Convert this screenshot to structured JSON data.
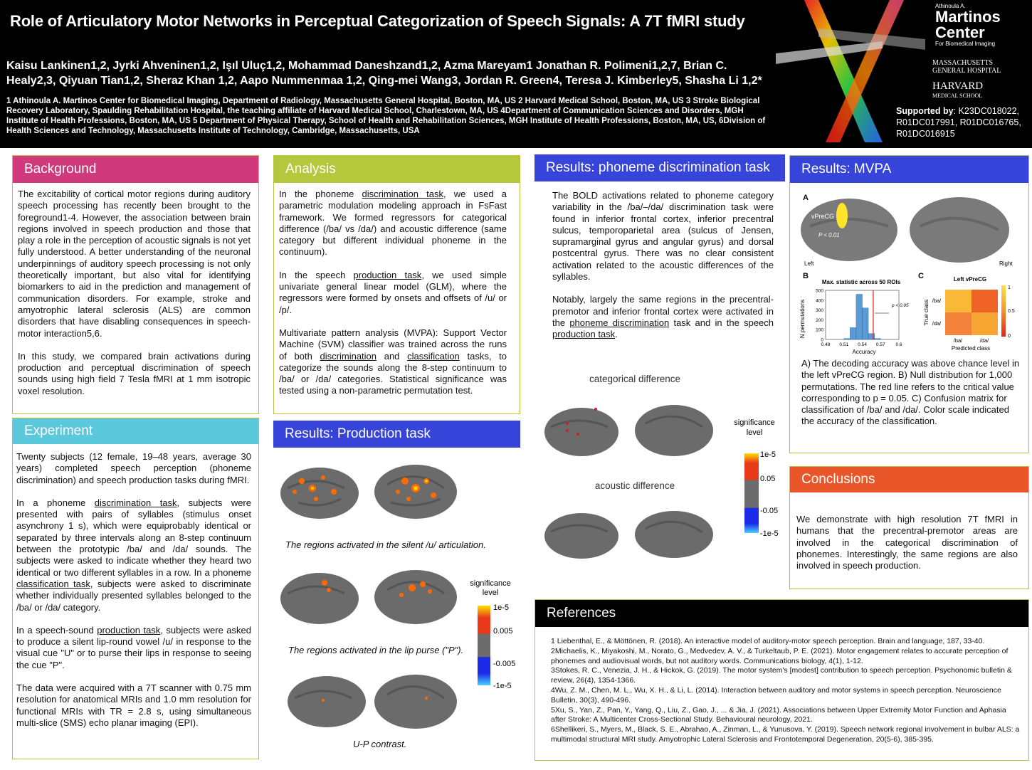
{
  "header": {
    "title": "Role of Articulatory Motor Networks in Perceptual Categorization of Speech Signals: A 7T fMRI study",
    "authors_line1": "Kaisu Lankinen1,2, Jyrki Ahveninen1,2, Işıl Uluç1,2, Mohammad Daneshzand1,2, Azma Mareyam1 Jonathan R. Polimeni1,2,7, Brian C.",
    "authors_line2": "Healy2,3, Qiyuan Tian1,2, Sheraz Khan 1,2, Aapo Nummenmaa 1,2, Qing-mei Wang3, Jordan R. Green4, Teresa J. Kimberley5, Shasha Li 1,2*",
    "affiliations": "1 Athinoula A. Martinos Center for Biomedical Imaging, Department of Radiology, Massachusetts General Hospital, Boston, MA, US   2 Harvard Medical School, Boston, MA, US 3 Stroke Biological Recovery Laboratory, Spaulding Rehabilitation Hospital, the teaching affiliate of Harvard Medical School, Charlestown, MA, US   4Department of Communication Sciences and Disorders, MGH Institute of Health Professions, Boston, MA, US   5 Department of Physical Therapy, School of Health and Rehabilitation Sciences, MGH Institute of Health Professions, Boston, MA, US, 6Division of Health Sciences and Technology, Massachusetts Institute of Technology, Cambridge, Massachusetts, USA",
    "logo_martinos_small": "Athinoula A.",
    "logo_martinos_big1": "Martinos",
    "logo_martinos_big2": "Center",
    "logo_martinos_sub": "For Biomedical Imaging",
    "logo_mgh1": "MASSACHUSETTS",
    "logo_mgh2": "GENERAL HOSPITAL",
    "logo_harvard": "HARVARD",
    "logo_harvard_sub": "MEDICAL SCHOOL",
    "support_label": "Supported by",
    "support_text": ": K23DC018022, R01DC017991, R01DC016765, R01DC016915"
  },
  "background": {
    "heading": "Background",
    "p1": "The excitability of cortical motor regions during auditory speech processing has recently been brought to the foreground1-4. However, the association between brain regions involved in speech production and those that play a role in the perception of acoustic signals is not yet fully understood. A better understanding of the neuronal underpinnings of auditory speech processing is not only theoretically important, but also vital for identifying biomarkers to aid in the prediction and management of communication disorders. For example, stroke and amyotrophic lateral sclerosis (ALS) are common disorders that have disabling consequences in speech-motor interaction5,6.",
    "p2": "In this study, we compared brain activations during production and perceptual discrimination of speech sounds using high field 7 Tesla fMRI at 1 mm isotropic voxel resolution."
  },
  "experiment": {
    "heading": "Experiment",
    "p1": "Twenty subjects (12 female, 19–48 years, average 30 years) completed speech perception (phoneme discrimination) and speech production tasks during fMRI.",
    "p2a": "In a phoneme ",
    "p2u": "discrimination task",
    "p2b": ", subjects were presented with pairs of syllables (stimulus onset asynchrony 1 s), which were equiprobably identical or separated by three intervals along an 8-step continuum between the prototypic /ba/ and /da/ sounds. The subjects were asked to indicate whether they heard two identical or two different syllables in a row. In a phoneme ",
    "p2u2": "classification task",
    "p2c": ", subjects were asked to discriminate whether individually presented syllables belonged to the /ba/ or /da/ category.",
    "p3a": "In a speech-sound ",
    "p3u": "production task",
    "p3b": ", subjects were asked to produce a silent lip-round vowel /u/ in response to the visual cue \"U\" or to purse their lips in response to seeing the cue \"P\".",
    "p4": "The data were acquired with a 7T scanner with 0.75 mm resolution for anatomical MRIs and 1.0 mm resolution for functional MRIs with TR = 2.8 s, using simultaneous multi-slice (SMS) echo planar imaging (EPI)."
  },
  "analysis": {
    "heading": "Analysis",
    "p1a": "In the phoneme ",
    "p1u": "discrimination task",
    "p1b": ", we used a parametric modulation modeling approach in FsFast framework. We formed regressors for categorical difference (/ba/ vs /da/) and acoustic difference (same category but different individual phoneme in the continuum).",
    "p2a": "In the speech ",
    "p2u": "production task",
    "p2b": ", we used simple univariate general linear model (GLM), where the regressors were formed by onsets and offsets of /u/ or /p/.",
    "p3a": "Multivariate pattern analysis (MVPA): Support Vector Machine (SVM) classifier was trained across the runs of both ",
    "p3u1": "discrimination",
    "p3b": " and ",
    "p3u2": "classification",
    "p3c": " tasks, to categorize the sounds along the 8-step continuum to /ba/ or /da/ categories. Statistical significance was tested using a non-parametric permutation test."
  },
  "production": {
    "heading": "Results: Production task",
    "cap1": "The regions activated in the silent /u/ articulation.",
    "cap2": "The regions activated in the lip purse (\"P\").",
    "cap3": "U-P contrast.",
    "sig_label1": "significance",
    "sig_label2": "level",
    "sig_ticks": [
      "1e-5",
      "0.005",
      "-0.005",
      "-1e-5"
    ]
  },
  "phoneme": {
    "heading": "Results: phoneme discrimination task",
    "p1": "The BOLD activations related to phoneme category variability in the /ba/–/da/ discrimination task were found in inferior frontal cortex, inferior precentral sulcus, temporoparietal area (sulcus of Jensen, supramarginal gyrus and angular gyrus) and dorsal postcentral gyrus. There was no clear consistent activation related to the acoustic differences of the syllables.",
    "p2a": "Notably, largely the same regions in the precentral-premotor and inferior frontal cortex were activated in the ",
    "p2u1": "phoneme discrimination",
    "p2b": " task and in the speech ",
    "p2u2": "production task",
    "p2c": ".",
    "fig_cat": "categorical difference",
    "fig_ac": "acoustic difference",
    "sig_label1": "significance",
    "sig_label2": "level",
    "sig_ticks": [
      "1e-5",
      "0.05",
      "-0.05",
      "-1e-5"
    ]
  },
  "mvpa": {
    "heading": "Results: MVPA",
    "label_a": "A",
    "label_b": "B",
    "label_c": "C",
    "vprecg": "vPreCG",
    "pval": "P < 0.01",
    "left": "Left",
    "right": "Right",
    "hist_title": "Max. statistic across 50 ROIs",
    "hist_ylabel": "N permutations",
    "hist_xlabel": "Accuracy",
    "hist_ann": "p < 0.05",
    "cm_title": "Left vPreCG",
    "cm_ylabel": "True class",
    "cm_xlabel": "Predicted class",
    "cm_ticks": [
      "/ba/",
      "/da/"
    ],
    "cb_ticks": [
      "1",
      "0.5",
      "0"
    ],
    "text": "A) The decoding accuracy was above chance level in the left vPreCG region. B) Null distribution for 1,000 permutations. The red line refers to the critical value corresponding to p = 0.05. C) Confusion matrix for classification of /ba/ and /da/. Color scale indicated the accuracy of the classification."
  },
  "chart_data": {
    "type": "bar",
    "title": "Max. statistic across 50 ROIs",
    "xlabel": "Accuracy",
    "ylabel": "N permutations",
    "x_ticks": [
      "0.48",
      "0.51",
      "0.54",
      "0.57",
      "0.6"
    ],
    "y_ticks": [
      "0",
      "100",
      "200",
      "300",
      "400",
      "500"
    ],
    "ylim": [
      0,
      500
    ],
    "xlim": [
      0.48,
      0.6
    ],
    "bin_edges": [
      0.51,
      0.52,
      0.53,
      0.54,
      0.55,
      0.56,
      0.57
    ],
    "values": [
      10,
      120,
      460,
      320,
      60,
      10
    ],
    "critical_value": 0.558,
    "annotation": "p < 0.05"
  },
  "conclusions": {
    "heading": "Conclusions",
    "text": "We demonstrate with high resolution 7T fMRI in humans that the precentral-premotor areas are involved in the categorical discrimination of phonemes. Interestingly, the same regions are also involved in speech production."
  },
  "references": {
    "heading": "References",
    "items": [
      "1 Liebenthal, E., & Möttönen, R. (2018). An interactive model of auditory-motor speech perception. Brain and language, 187, 33-40.",
      "2Michaelis, K., Miyakoshi, M., Norato, G., Medvedev, A. V., & Turkeltaub, P. E. (2021). Motor engagement relates to accurate perception of phonemes and audiovisual words, but not auditory words. Communications biology, 4(1), 1-12.",
      "3Stokes, R. C., Venezia, J. H., & Hickok, G. (2019). The motor system's [modest] contribution to speech perception. Psychonomic bulletin & review, 26(4), 1354-1366.",
      "4Wu, Z. M., Chen, M. L., Wu, X. H., & Li, L. (2014). Interaction between auditory and motor systems in speech perception. Neuroscience Bulletin, 30(3), 490-496.",
      "5Xu, S., Yan, Z., Pan, Y., Yang, Q., Liu, Z., Gao, J., ... & Jia, J. (2021). Associations between Upper Extremity Motor Function and Aphasia after Stroke: A Multicenter Cross-Sectional Study. Behavioural neurology, 2021.",
      "6Shellikeri, S., Myers, M., Black, S. E., Abrahao, A., Zinman, L., & Yunusova, Y. (2019). Speech network regional involvement in bulbar ALS: a multimodal structural MRI study. Amyotrophic Lateral Sclerosis and Frontotemporal Degeneration, 20(5-6), 385-395."
    ]
  },
  "colors": {
    "background_head": "#d03a7c",
    "analysis_head": "#b5c73a",
    "experiment_head": "#5bc8dc",
    "blue_head": "#3744d9",
    "conclusions_head": "#e8562a",
    "references_head": "#000000"
  }
}
